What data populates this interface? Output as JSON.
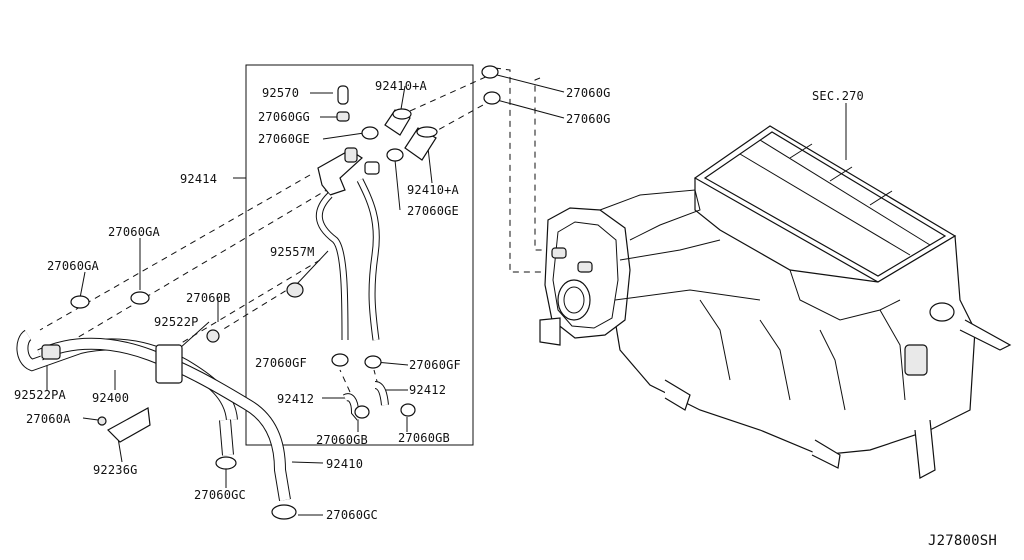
{
  "diagram": {
    "drawing_code": "J27800SH",
    "section_ref": "SEC.270",
    "labels": [
      {
        "key": "p92570",
        "text": "92570"
      },
      {
        "key": "p92410a_top",
        "text": "92410+A"
      },
      {
        "key": "p27060gg",
        "text": "27060GG"
      },
      {
        "key": "p27060ge_l",
        "text": "27060GE"
      },
      {
        "key": "p92414",
        "text": "92414"
      },
      {
        "key": "p92410a_mid",
        "text": "92410+A"
      },
      {
        "key": "p27060ge_r",
        "text": "27060GE"
      },
      {
        "key": "p92557m",
        "text": "92557M"
      },
      {
        "key": "p27060g_1",
        "text": "27060G"
      },
      {
        "key": "p27060g_2",
        "text": "27060G"
      },
      {
        "key": "p27060ga_1",
        "text": "27060GA"
      },
      {
        "key": "p27060ga_2",
        "text": "27060GA"
      },
      {
        "key": "p27060b",
        "text": "27060B"
      },
      {
        "key": "p92522p",
        "text": "92522P"
      },
      {
        "key": "p27060gf_l",
        "text": "27060GF"
      },
      {
        "key": "p27060gf_r",
        "text": "27060GF"
      },
      {
        "key": "p92412_l",
        "text": "92412"
      },
      {
        "key": "p92412_r",
        "text": "92412"
      },
      {
        "key": "p27060gb_l",
        "text": "27060GB"
      },
      {
        "key": "p27060gb_r",
        "text": "27060GB"
      },
      {
        "key": "p92522pa",
        "text": "92522PA"
      },
      {
        "key": "p92400",
        "text": "92400"
      },
      {
        "key": "p27060a",
        "text": "27060A"
      },
      {
        "key": "p92236g",
        "text": "92236G"
      },
      {
        "key": "p27060gc_1",
        "text": "27060GC"
      },
      {
        "key": "p92410",
        "text": "92410"
      },
      {
        "key": "p27060gc_2",
        "text": "27060GC"
      }
    ]
  }
}
